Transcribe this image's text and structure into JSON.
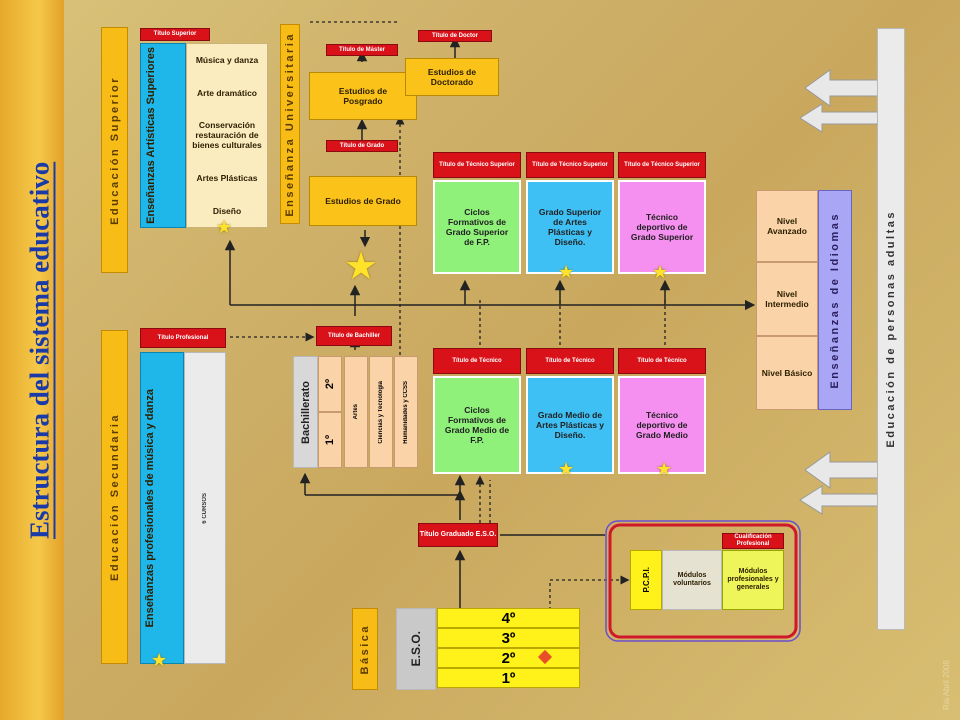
{
  "title": "Estructura del sistema educativo",
  "credit": "Rai Abril 2008",
  "sides": {
    "superior": "Educación Superior",
    "universitaria": "Enseñanza Universitaria",
    "secundaria": "Educación Secundaria",
    "basica": "Básica",
    "idiomas": "Enseñanzas de Idiomas",
    "adultos": "Educación de personas adultas"
  },
  "superior": {
    "titulo": "Título Superior",
    "block": "Enseñanzas Artísticas Superiores",
    "items": [
      "Música y danza",
      "Arte dramático",
      "Conservación restauración de bienes culturales",
      "Artes Plásticas",
      "Diseño"
    ]
  },
  "uni": {
    "titulo_master": "Título de Máster",
    "titulo_doctor": "Título de Doctor",
    "posgrado": "Estudios de Posgrado",
    "doctorado": "Estudios de Doctorado",
    "titulo_grado": "Título de Grado",
    "grado": "Estudios de Grado"
  },
  "tecnico_superior": {
    "titles": [
      "Título de Técnico Superior",
      "Título de Técnico Superior",
      "Título de Técnico Superior"
    ],
    "boxes": [
      "Ciclos Formativos de Grado Superior de F.P.",
      "Grado Superior de Artes Plásticas y Diseño.",
      "Técnico deportivo de Grado Superior"
    ]
  },
  "tecnico_medio": {
    "titles": [
      "Título de Técnico",
      "Título de Técnico",
      "Título de Técnico"
    ],
    "boxes": [
      "Ciclos Formativos de Grado Medio de F.P.",
      "Grado Medio de Artes Plásticas y Diseño.",
      "Técnico deportivo de Grado Medio"
    ]
  },
  "idiomas": {
    "levels": [
      "Nivel Avanzado",
      "Nivel Intermedio",
      "Nivel Básico"
    ]
  },
  "secundaria": {
    "titulo_prof": "Título Profesional",
    "block": "Enseñanzas profesionales de música y danza",
    "cursos": "6 CURSOS",
    "titulo_bach": "Título de Bachiller",
    "bachillerato": "Bachillerato",
    "courses": [
      "2º",
      "1º"
    ],
    "modalidades": [
      "Artes",
      "Ciencias y Tecnología",
      "Humanidades y CCSS"
    ],
    "titulo_eso": "Título Graduado E.S.O.",
    "pcpi": "P.C.P.I.",
    "cualif": "Cualificación Profesional",
    "mod_vol": "Módulos voluntarios",
    "mod_prof": "Módulos profesionales y generales"
  },
  "basica": {
    "eso": "E.S.O.",
    "courses": [
      "4º",
      "3º",
      "2º",
      "1º"
    ]
  },
  "colors": {
    "accent_yellow": "#fbc21a",
    "fp_green": "#8ff07a",
    "artes_blue": "#3fc0f5",
    "deporte_pink": "#f58ff0",
    "title_red": "#d9121a",
    "title_text": "#1a3aa8"
  }
}
